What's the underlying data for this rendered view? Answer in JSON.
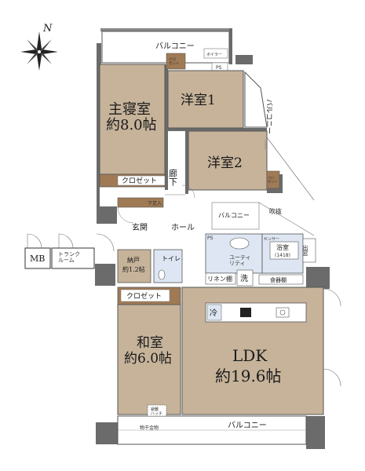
{
  "compass": {
    "north_label": "N"
  },
  "rooms": {
    "master_bedroom": {
      "name": "主寝室",
      "size": "約8.0帖"
    },
    "western_room_1": {
      "name": "洋室1"
    },
    "western_room_2": {
      "name": "洋室2"
    },
    "japanese_room": {
      "name": "和室",
      "size": "約6.0帖"
    },
    "ldk": {
      "name": "LDK",
      "size": "約19.6帖"
    }
  },
  "labels": {
    "balcony_top": "バルコニー",
    "balcony_side": "バルコニー",
    "balcony_bottom": "バルコニー",
    "balcony_center": "バルコニー",
    "closet_master": "クロゼット",
    "closet_japanese": "クロゼット",
    "closet_small_1": "クロ\nゼット",
    "closet_small_2": "クロ\nゼット",
    "corridor": "廊下",
    "entrance": "玄関",
    "hall": "ホール",
    "storage": "納戸",
    "storage_size": "約1.2帖",
    "toilet": "トイレ",
    "utility": "ユーティ\nリティ",
    "bath": "浴室",
    "bath_size": "(1418)",
    "linen": "リネン棚",
    "wash": "洗",
    "food_shelf": "食器棚",
    "fridge": "冷",
    "void": "吹抜",
    "bay_window": "出窓",
    "shoe_box": "下足入",
    "mb": "MB",
    "trunk_room": "トランク\nルーム",
    "boiler": "ボイラー",
    "ps": "PS",
    "ps2": "PS",
    "sensor": "センサー",
    "hatch": "避難\nハッチ",
    "dryer": "物干金物",
    "bath_door": "出窓"
  }
}
